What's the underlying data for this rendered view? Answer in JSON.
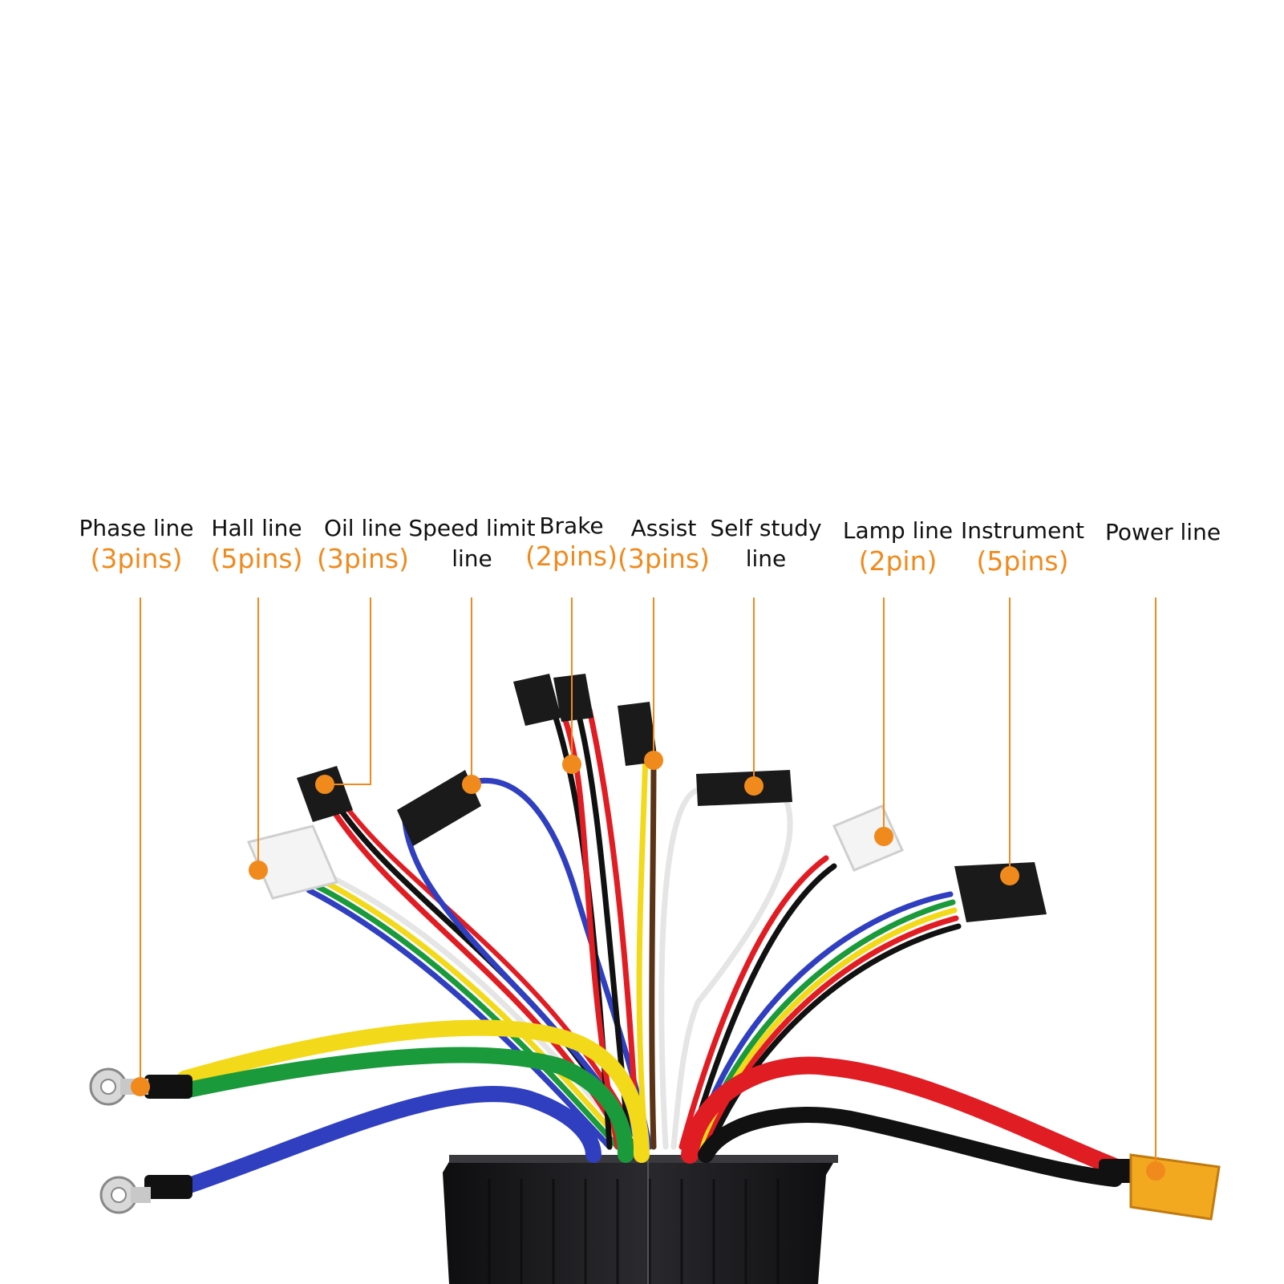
{
  "labels": [
    {
      "id": "phase",
      "name": "Phase line",
      "pins": "(3pins)"
    },
    {
      "id": "hall",
      "name": "Hall line",
      "pins": "(5pins)"
    },
    {
      "id": "oil",
      "name": "Oil line",
      "pins": "(3pins)"
    },
    {
      "id": "speed",
      "name": "Speed limit",
      "name2": "line"
    },
    {
      "id": "brake",
      "name": "Brake",
      "pins": "(2pins)"
    },
    {
      "id": "assist",
      "name": "Assist",
      "pins": "(3pins)"
    },
    {
      "id": "self",
      "name": "Self study",
      "name2": "line"
    },
    {
      "id": "lamp",
      "name": "Lamp line",
      "pins": "(2pin)"
    },
    {
      "id": "instrument",
      "name": "Instrument",
      "pins": "(5pins)"
    },
    {
      "id": "power",
      "name": "Power line"
    }
  ],
  "colors": {
    "accent": "#f08a1c",
    "text": "#111111",
    "controller": "#1c1c1e"
  }
}
